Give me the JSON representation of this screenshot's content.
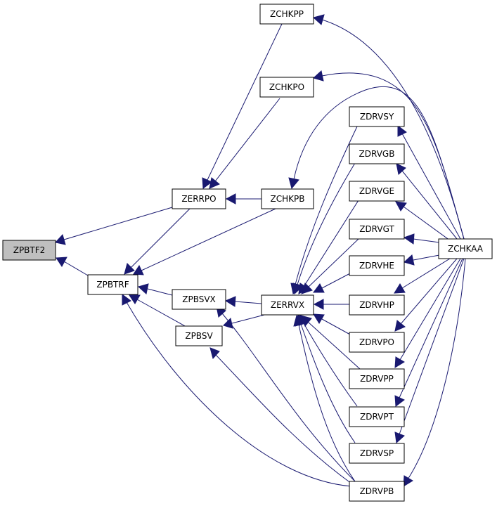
{
  "nodes": [
    {
      "id": "zpbtf2",
      "label": "ZPBTF2",
      "highlight": true
    },
    {
      "id": "zpbtrf",
      "label": "ZPBTRF"
    },
    {
      "id": "zerrpo",
      "label": "ZERRPO"
    },
    {
      "id": "zpbsvx",
      "label": "ZPBSVX"
    },
    {
      "id": "zpbsv",
      "label": "ZPBSV"
    },
    {
      "id": "zchkpp",
      "label": "ZCHKPP"
    },
    {
      "id": "zchkpo",
      "label": "ZCHKPO"
    },
    {
      "id": "zchkpb",
      "label": "ZCHKPB"
    },
    {
      "id": "zerrvx",
      "label": "ZERRVX"
    },
    {
      "id": "zdrvsy",
      "label": "ZDRVSY"
    },
    {
      "id": "zdrvgb",
      "label": "ZDRVGB"
    },
    {
      "id": "zdrvge",
      "label": "ZDRVGE"
    },
    {
      "id": "zdrvgt",
      "label": "ZDRVGT"
    },
    {
      "id": "zdrvhe",
      "label": "ZDRVHE"
    },
    {
      "id": "zdrvhp",
      "label": "ZDRVHP"
    },
    {
      "id": "zdrvpo",
      "label": "ZDRVPO"
    },
    {
      "id": "zdrvpp",
      "label": "ZDRVPP"
    },
    {
      "id": "zdrvpt",
      "label": "ZDRVPT"
    },
    {
      "id": "zdrvsp",
      "label": "ZDRVSP"
    },
    {
      "id": "zdrvpb",
      "label": "ZDRVPB"
    },
    {
      "id": "zchkaa",
      "label": "ZCHKAA"
    }
  ],
  "colors": {
    "edge": "#191970",
    "highlight_fill": "#bfbfbf",
    "node_fill": "#ffffff",
    "node_stroke": "#000000"
  }
}
